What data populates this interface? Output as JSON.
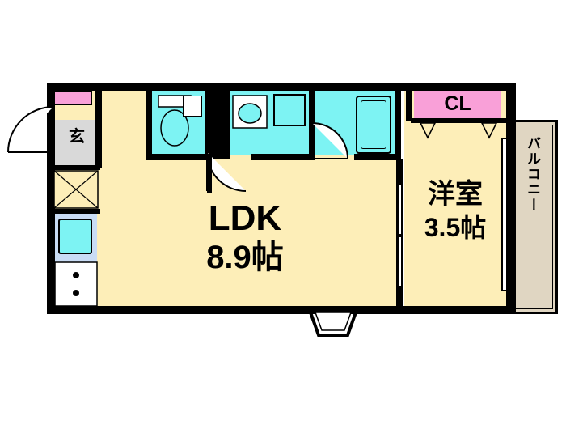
{
  "floorplan": {
    "type": "apartment-floor-plan",
    "rooms": [
      {
        "id": "ldk",
        "label": "LDK",
        "size": "8.9帖",
        "fill": "#fdeeb8"
      },
      {
        "id": "washitsu",
        "label": "洋室",
        "size": "3.5帖",
        "fill": "#fdeeb8"
      },
      {
        "id": "closet",
        "label": "CL",
        "size": "",
        "fill": "#f9a0d8"
      },
      {
        "id": "genkan",
        "label": "玄",
        "size": "",
        "fill": "#d9d9d9"
      },
      {
        "id": "balcony",
        "label": "バルコニー",
        "size": "",
        "fill": "#e0d6c2"
      }
    ],
    "fixtures": [
      {
        "name": "toilet",
        "fill": "#7df3f3"
      },
      {
        "name": "washbasin",
        "fill": "#7df3f3"
      },
      {
        "name": "bathtub",
        "fill": "#7df3f3"
      },
      {
        "name": "sink",
        "fill": "#c9dcf5"
      },
      {
        "name": "stove",
        "fill": "#ffffff"
      }
    ],
    "colors": {
      "wall": "#000000",
      "room_fill": "#fdeeb8",
      "water_fill": "#7df3f3",
      "closet_fill": "#f9a0d8",
      "balcony_fill": "#e0d6c2",
      "genkan_fill": "#d9d9d9",
      "kitchen_fill": "#c9dcf5",
      "background": "#ffffff"
    }
  }
}
